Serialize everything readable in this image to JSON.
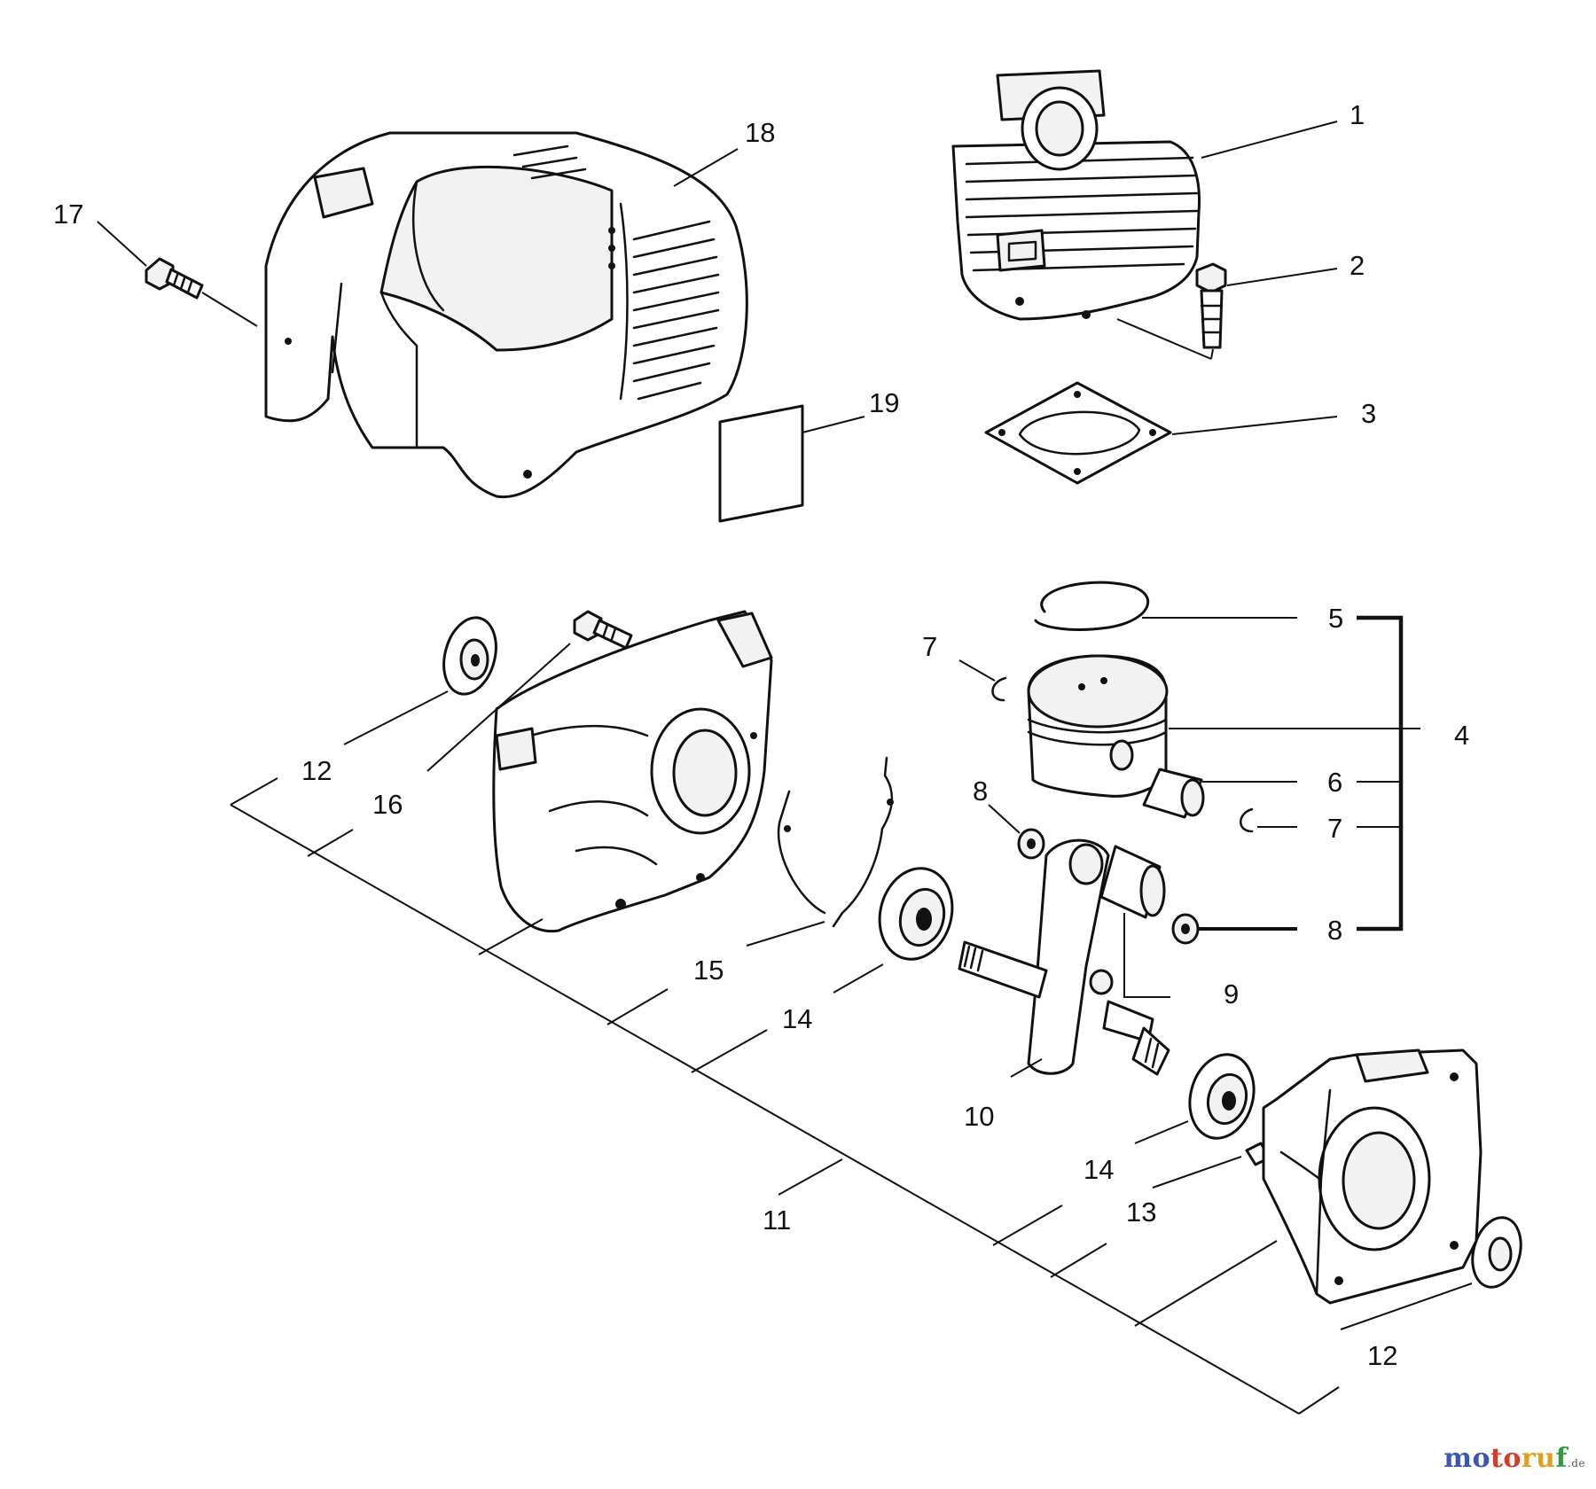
{
  "diagram": {
    "type": "exploded-parts-diagram",
    "callouts": [
      "1",
      "2",
      "3",
      "4",
      "5",
      "6",
      "7",
      "7",
      "8",
      "8",
      "9",
      "10",
      "11",
      "12",
      "12",
      "13",
      "14",
      "14",
      "15",
      "16",
      "17",
      "18",
      "19"
    ],
    "parts": [
      "cylinder",
      "spark-plug",
      "cylinder-gasket",
      "piston-assembly",
      "piston-ring",
      "piston-pin",
      "circlip",
      "needle-bearing-washer",
      "needle-bearing",
      "crankshaft",
      "crankcase-assembly",
      "oil-seal",
      "dowel-pin",
      "ball-bearing",
      "crankcase-gasket",
      "screw",
      "bolt",
      "fan-cover",
      "label"
    ]
  },
  "watermark": {
    "part1": "mo",
    "part2": "to",
    "part3": "ru",
    "part4": "f",
    "tld": ".de"
  }
}
